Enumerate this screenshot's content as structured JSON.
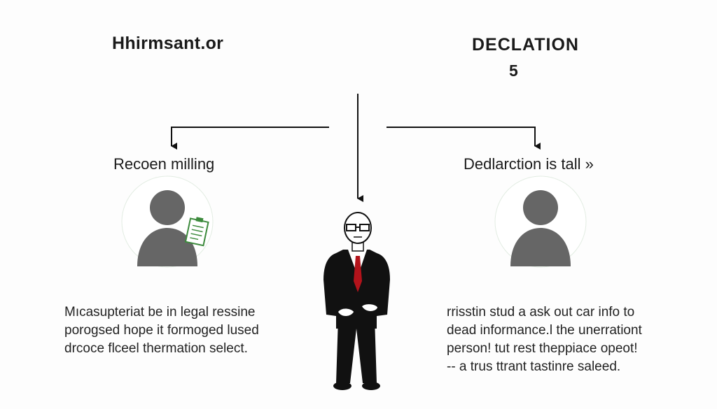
{
  "header": {
    "left_title": "Hhirmsant.or",
    "right_title": "DECLATION",
    "right_number": "5"
  },
  "left_branch": {
    "label": "Recoen milling",
    "description": [
      "Mıcasupteriat be in legal ressine",
      "porogsed hope it formoged lused",
      "drcoce flceel thermation select."
    ]
  },
  "right_branch": {
    "label": "Dedlarction is tall »",
    "description": [
      "rrisstin stud a ask out car info to",
      "dead informance.l the unerrationt",
      "person! tut rest theppiace opeot!",
      "-- a trus ttrant tastinre saleed."
    ]
  },
  "icons": {
    "left_avatar": "user-avatar-icon",
    "document": "document-icon",
    "right_avatar": "user-avatar-icon",
    "center_figure": "businessman-icon"
  },
  "colors": {
    "avatar": "#666666",
    "tie": "#b3131b",
    "suit": "#111111",
    "document_green": "#3c8a3c"
  }
}
